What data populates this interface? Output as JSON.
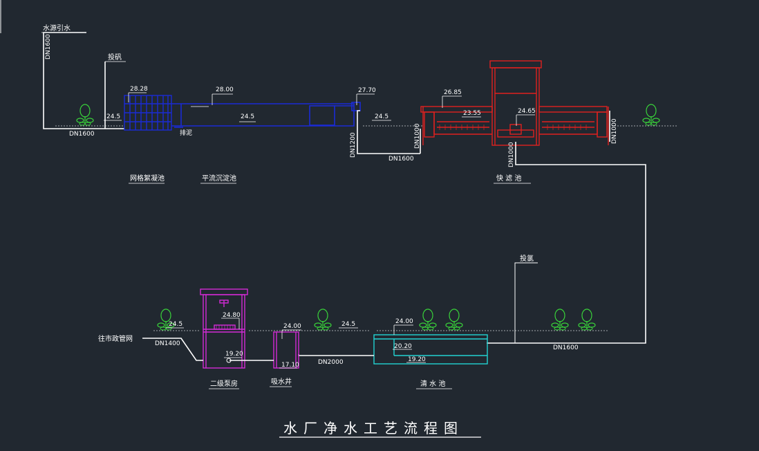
{
  "title": "水厂净水工艺流程图",
  "labels": {
    "source": "水源引水",
    "alum": "投矾",
    "dn1600_v": "DN1600",
    "dn1600_a": "DN1600",
    "dn1600_b": "DN1600",
    "dn1600_c": "DN1600",
    "dn1200": "DN1200",
    "dn1000_l": "DN1000",
    "dn1000_m": "DN1000",
    "dn1000_r": "DN1000",
    "dn1400": "DN1400",
    "dn2000": "DN2000",
    "chlorine": "投氯",
    "to_network": "往市政管网",
    "sludge": "排泥",
    "el_2828": "28.28",
    "el_2800": "28.00",
    "el_2770": "27.70",
    "el_2685": "26.85",
    "el_2465": "24.65",
    "el_2355": "23.55",
    "el_245_a": "24.5",
    "el_245_b": "24.5",
    "el_245_c": "24.5",
    "el_245_d": "24.5",
    "el_245_e": "24.5",
    "el_2480": "24.80",
    "el_1920_a": "19.20",
    "el_2400_a": "24.00",
    "el_1710": "17.10",
    "el_2400_b": "24.00",
    "el_2020": "20.20",
    "el_1920_b": "19.20"
  },
  "units": {
    "floc": "网格絮凝池",
    "sed": "平流沉淀池",
    "filter": "快 滤 池",
    "pump": "二级泵房",
    "well": "吸水井",
    "clear": "清 水 池"
  },
  "colors": {
    "background": "#212830",
    "line": "#ffffff",
    "flocculation": "#1a2bd6",
    "filter": "#e0211f",
    "pump_house": "#d42ad6",
    "clear_water": "#22d3d3",
    "tree": "#39d33a"
  }
}
